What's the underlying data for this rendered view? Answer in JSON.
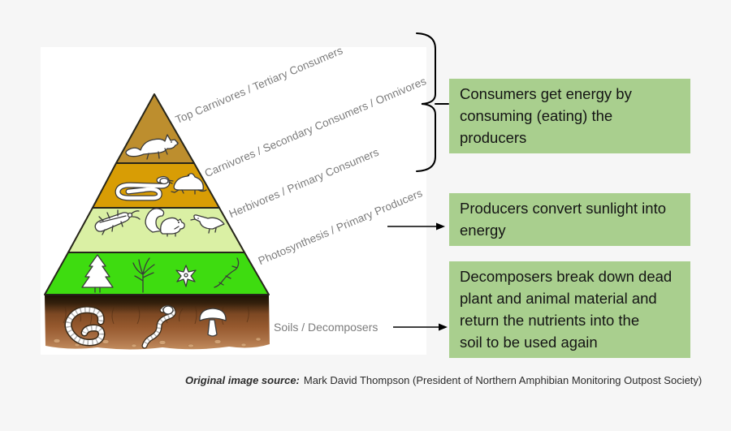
{
  "page": {
    "bg": "#f6f6f6",
    "canvas_bg": "#ffffff"
  },
  "pyramid": {
    "layers": [
      {
        "label": "Top Carnivores / Tertiary Consumers",
        "color": "#bd8e2e",
        "icons": [
          "fox-icon"
        ]
      },
      {
        "label": "Carnivores / Secondary Consumers / Omnivores",
        "color": "#d89d05",
        "icons": [
          "snake-icon",
          "frog-icon"
        ]
      },
      {
        "label": "Herbivores / Primary Consumers",
        "color": "#daf0a4",
        "icons": [
          "beetle-icon",
          "squirrel-icon",
          "bird-icon"
        ]
      },
      {
        "label": "Photosynthesis / Primary Producers",
        "color": "#3edc10",
        "icons": [
          "conifer-icon",
          "bare-tree-icon",
          "flower-icon",
          "vine-icon"
        ]
      }
    ],
    "soil": {
      "label": "Soils / Decomposers",
      "icons": [
        "coiled-worm-icon",
        "worm-icon",
        "mushroom-icon"
      ]
    }
  },
  "callouts": [
    {
      "lines": [
        "Consumers get energy by",
        "consuming (eating) the",
        "producers"
      ],
      "connector": "brace"
    },
    {
      "lines": [
        "Producers convert sunlight into",
        "energy"
      ],
      "connector": "arrow"
    },
    {
      "lines": [
        "Decomposers break down dead",
        "plant and animal material and",
        "return the nutrients into the",
        "soil to be used again"
      ],
      "connector": "arrow"
    }
  ],
  "caption": {
    "prefix": "Original image source:",
    "text": "Mark David Thompson (President of Northern Amphibian Monitoring Outpost Society)"
  },
  "colors": {
    "callout_bg": "#a9cf8e",
    "label_text": "#7c7c7c",
    "connector": "#000000",
    "soil_dark": "#241405",
    "soil_light": "#c28c5e"
  }
}
